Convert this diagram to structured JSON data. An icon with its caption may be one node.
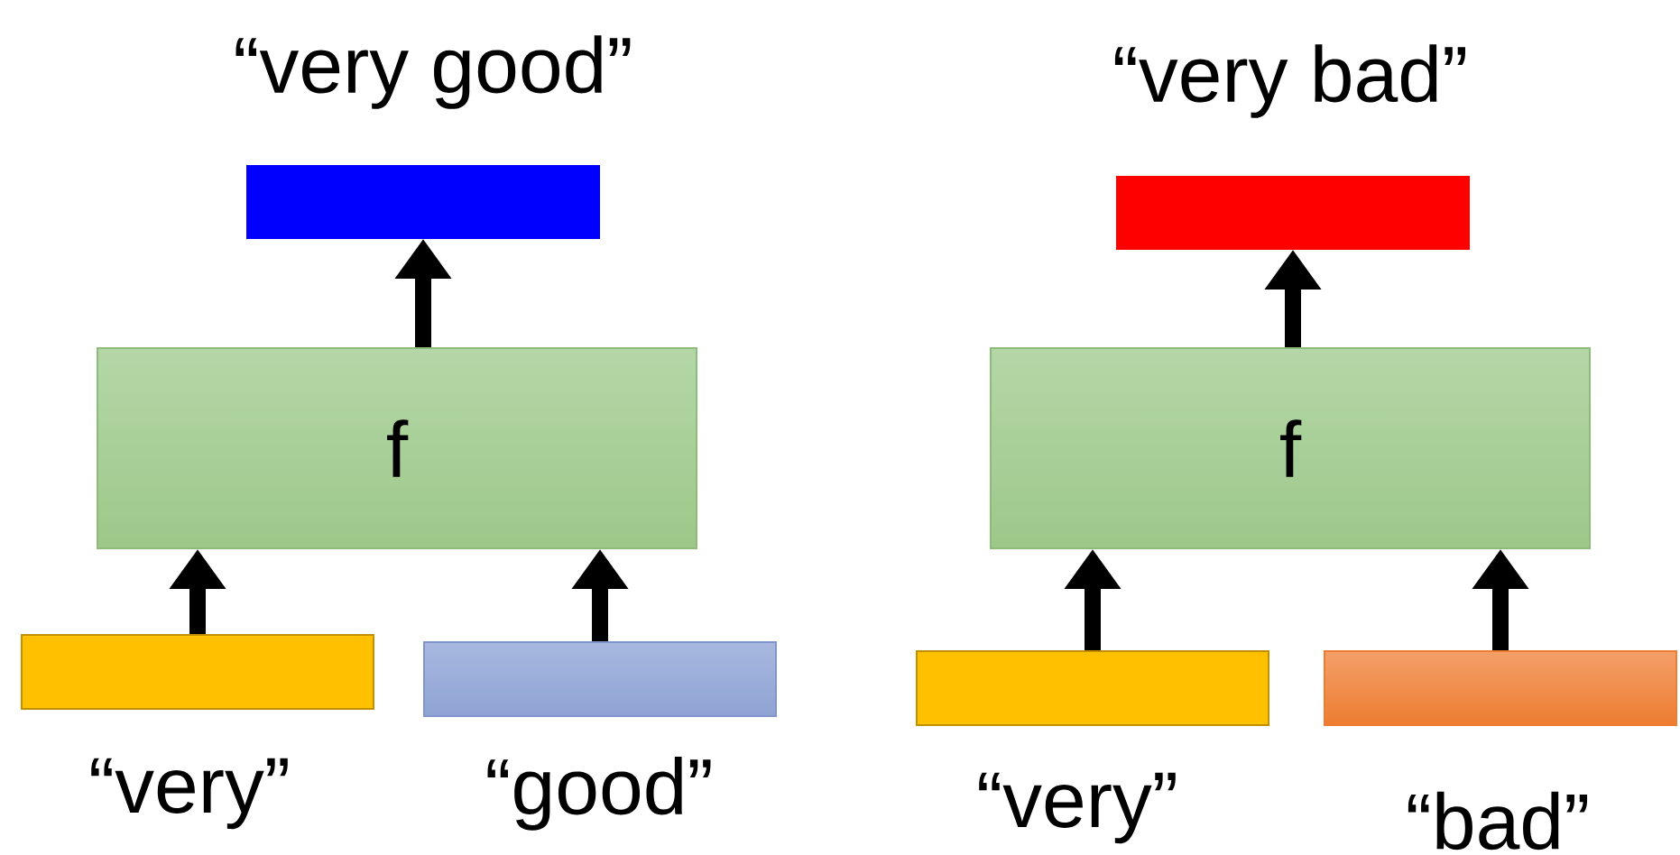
{
  "diagram": {
    "nodes": [
      {
        "text": [
          "“very good”"
        ]
      },
      {
        "text": [
          "f"
        ]
      },
      {
        "text": [
          "“very”"
        ]
      },
      {
        "text": [
          "“good”"
        ]
      },
      {
        "text": [
          "“very bad”"
        ]
      },
      {
        "text": [
          "f"
        ]
      },
      {
        "text": [
          "“very”"
        ]
      },
      {
        "text": [
          "“bad”"
        ]
      }
    ],
    "edges": [
      {
        "from": 2,
        "to": 1,
        "arrow": "to"
      },
      {
        "from": 3,
        "to": 1,
        "arrow": "to"
      },
      {
        "from": 1,
        "to": 0,
        "arrow": "to"
      },
      {
        "from": 6,
        "to": 5,
        "arrow": "to"
      },
      {
        "from": 7,
        "to": 5,
        "arrow": "to"
      },
      {
        "from": 5,
        "to": 4,
        "arrow": "to"
      }
    ]
  }
}
